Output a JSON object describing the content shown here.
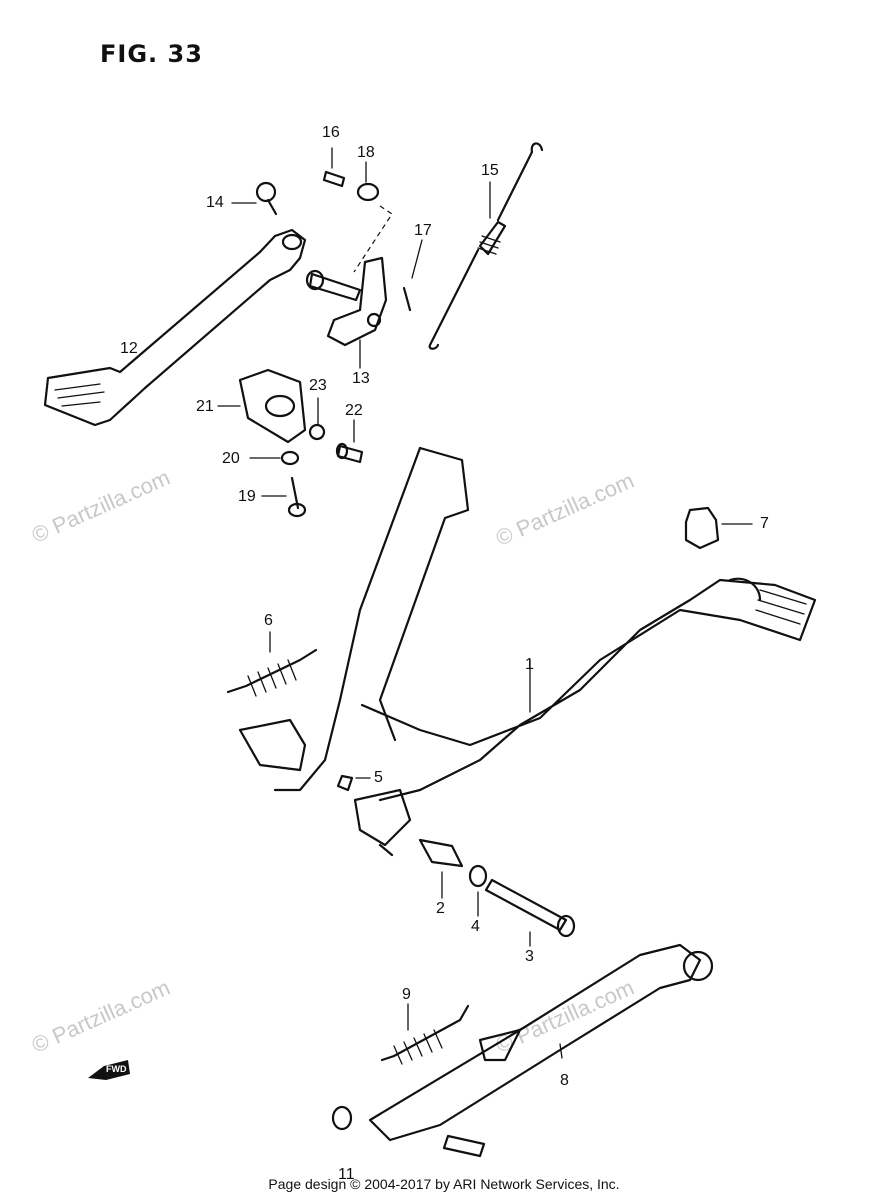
{
  "figure": {
    "title": "FIG. 33"
  },
  "callouts": [
    {
      "id": "c16",
      "label": "16"
    },
    {
      "id": "c18",
      "label": "18"
    },
    {
      "id": "c14",
      "label": "14"
    },
    {
      "id": "c15",
      "label": "15"
    },
    {
      "id": "c17",
      "label": "17"
    },
    {
      "id": "c12",
      "label": "12"
    },
    {
      "id": "c13",
      "label": "13"
    },
    {
      "id": "c21",
      "label": "21"
    },
    {
      "id": "c23",
      "label": "23"
    },
    {
      "id": "c22",
      "label": "22"
    },
    {
      "id": "c20",
      "label": "20"
    },
    {
      "id": "c19",
      "label": "19"
    },
    {
      "id": "c7",
      "label": "7"
    },
    {
      "id": "c6",
      "label": "6"
    },
    {
      "id": "c1",
      "label": "1"
    },
    {
      "id": "c5",
      "label": "5"
    },
    {
      "id": "c2",
      "label": "2"
    },
    {
      "id": "c4",
      "label": "4"
    },
    {
      "id": "c3",
      "label": "3"
    },
    {
      "id": "c9",
      "label": "9"
    },
    {
      "id": "c8",
      "label": "8"
    },
    {
      "id": "c11",
      "label": "11"
    }
  ],
  "watermark": {
    "text": "© Partzilla.com"
  },
  "fwd_marker": {
    "label": "FWD"
  },
  "footer": {
    "text": "Page design © 2004-2017 by ARI Network Services, Inc."
  }
}
